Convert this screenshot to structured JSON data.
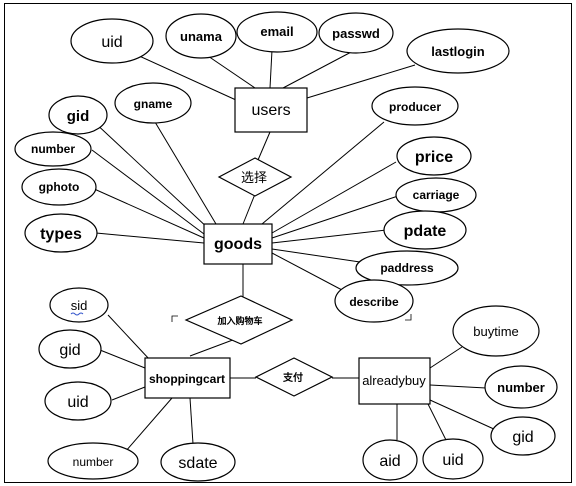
{
  "entities": {
    "users": "users",
    "goods": "goods",
    "shoppingcart": "shoppingcart",
    "alreadybuy": "alreadybuy"
  },
  "relations": {
    "select": "选择",
    "addcart": "加入购物车",
    "pay": "支付"
  },
  "attributes": {
    "users_uid": "uid",
    "users_unama": "unama",
    "users_email": "email",
    "users_passwd": "passwd",
    "users_lastlogin": "lastlogin",
    "goods_gid": "gid",
    "goods_gname": "gname",
    "goods_number": "number",
    "goods_gphoto": "gphoto",
    "goods_types": "types",
    "goods_producer": "producer",
    "goods_price": "price",
    "goods_carriage": "carriage",
    "goods_pdate": "pdate",
    "goods_paddress": "paddress",
    "goods_describe": "describe",
    "cart_sid": "sid",
    "cart_gid": "gid",
    "cart_uid": "uid",
    "cart_number": "number",
    "cart_sdate": "sdate",
    "buy_buytime": "buytime",
    "buy_number": "number",
    "buy_gid": "gid",
    "buy_aid": "aid",
    "buy_uid": "uid"
  }
}
